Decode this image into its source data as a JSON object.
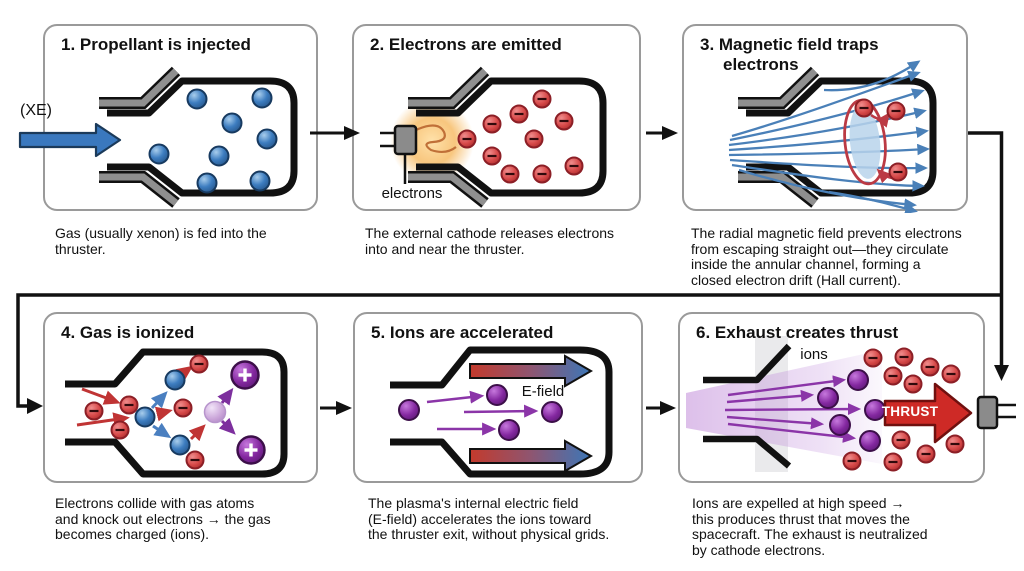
{
  "panels": [
    {
      "id": 1,
      "title": "1. Propellant is injected",
      "caption": "Gas (usually xenon) is fed into the\nthruster.",
      "label_inlet": "(XE)"
    },
    {
      "id": 2,
      "title": "2. Electrons are emitted",
      "caption": "The external cathode releases electrons\ninto and near the thruster.",
      "label_cathode": "electrons"
    },
    {
      "id": 3,
      "title": "3. Magnetic field traps\nelectrons",
      "caption": "The radial magnetic field prevents electrons\nfrom escaping straight out—they circulate\ninside the annular channel, forming a\nclosed electron drift (Hall current)."
    },
    {
      "id": 4,
      "title": "4. Gas is ionized",
      "caption": "Electrons collide with gas atoms\nand knock out electrons → the gas\nbecomes charged (ions)."
    },
    {
      "id": 5,
      "title": "5. Ions are accelerated",
      "caption": "The plasma's internal electric field\n(E-field) accelerates the ions toward\nthe thruster exit, without physical grids.",
      "label_efield": "E-field"
    },
    {
      "id": 6,
      "title": "6. Exhaust creates thrust",
      "caption": "Ions are expelled at high speed →\nthis produces thrust that moves the\nspacecraft. The exhaust is neutralized\nby cathode electrons.",
      "label_ions": "ions",
      "label_thrust": "THRUST"
    }
  ],
  "colors": {
    "panel_border": "#9a9a9a",
    "outline_black": "#111111",
    "xenon_atom_blue": "#3d7dc0",
    "electron_red": "#d84b4b",
    "ion_purple": "#8428a0",
    "excited_atom_lavender": "#c9a3d8",
    "arrow_red": "#c03434",
    "arrow_blue": "#4a7fc0",
    "arrow_purple": "#8b35a8",
    "field_line_blue": "#4a80b8",
    "drift_loop_red": "#bb3a44",
    "thrust_arrow_red": "#ce2a26",
    "cathode_grey": "#8b8b8b",
    "glow_orange": "#f7c070",
    "propellant_arrow_blue": "#3a78be",
    "efield_gradient_start": "#c33a2c",
    "efield_gradient_end": "#3c77b8"
  }
}
